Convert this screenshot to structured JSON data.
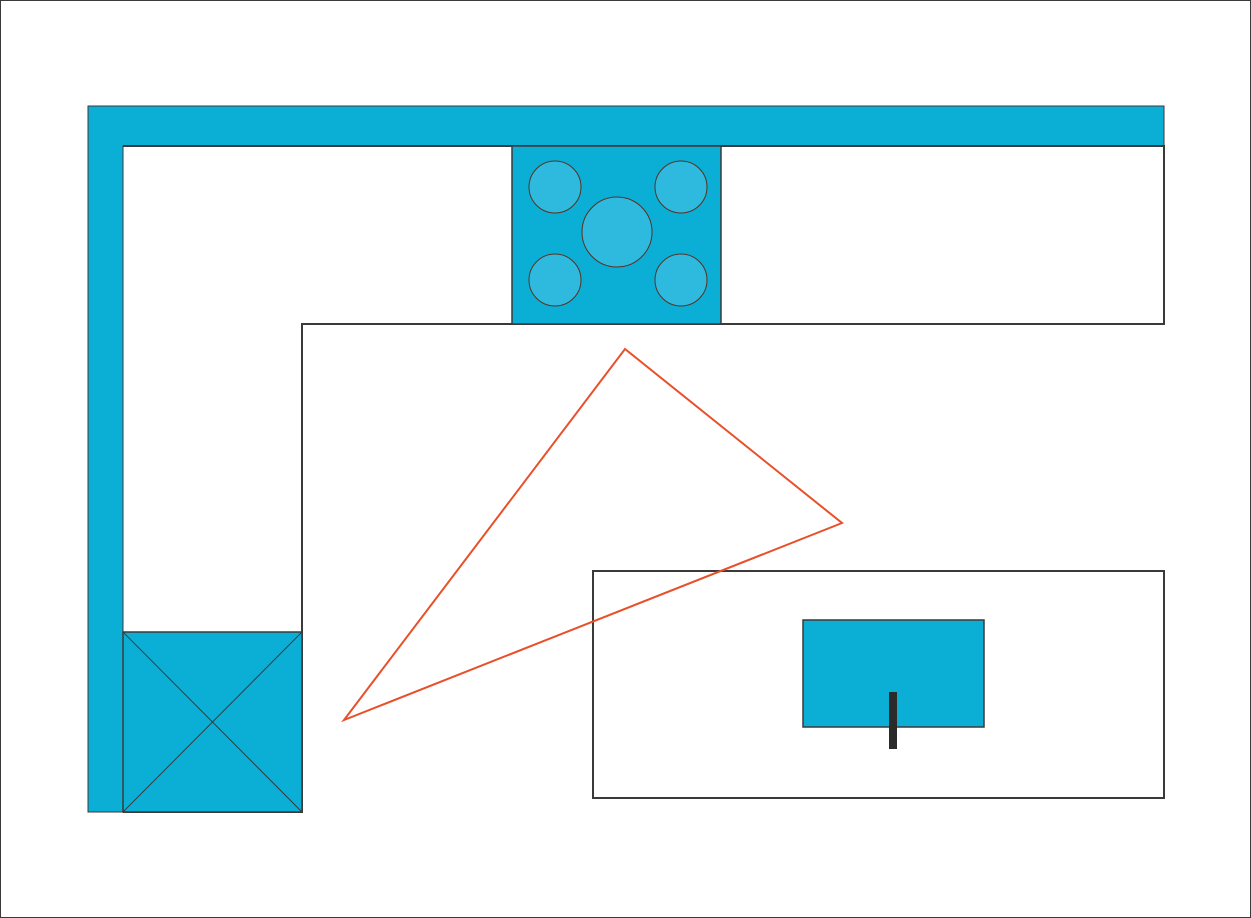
{
  "colors": {
    "background": "#ffffff",
    "frame": "#3a3a3a",
    "wall": "#0bafd6",
    "appliance": "#0bafd6",
    "burner": "#2dbade",
    "outline": "#3a3a3a",
    "triangle": "#e8502a",
    "faucet": "#2b2b2b"
  },
  "elements": {
    "wall": "l-shaped-wall",
    "countertop": "l-shaped-countertop",
    "cooktop": "cooktop",
    "burners": 5,
    "refrigerator": "refrigerator",
    "island": "kitchen-island",
    "sink": "sink",
    "faucet": "faucet",
    "work_triangle": "work-triangle"
  }
}
